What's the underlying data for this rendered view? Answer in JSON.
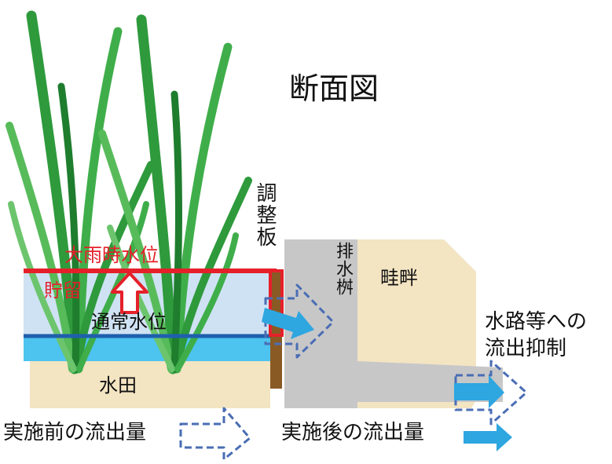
{
  "title": "断面図",
  "labels": {
    "heavy_rain_level": "大雨時水位",
    "storage": "貯留",
    "normal_level": "通常水位",
    "paddy": "水田",
    "adjust_board": "調整板",
    "drain_box": "排水桝",
    "levee": "畦畔",
    "suppression": "水路等への流出抑制",
    "before": "実施前の流出量",
    "after": "実施後の流出量"
  },
  "colors": {
    "heavy_rain_line": "#e5202a",
    "normal_line": "#1f5fae",
    "storage_water": "#cfe2f3",
    "normal_water": "#4dc3ef",
    "soil": "#f3e4c2",
    "drain_box": "#c7c7c8",
    "flow_arrow": "#2ea6e0",
    "dashed_arrow": "#4a6db4",
    "leaf": "#2e9a3c",
    "board": "#8a5a24"
  },
  "icons": [
    "rice-plant-icon",
    "up-arrow-icon",
    "flow-arrow-icon",
    "dashed-arrow-icon"
  ]
}
